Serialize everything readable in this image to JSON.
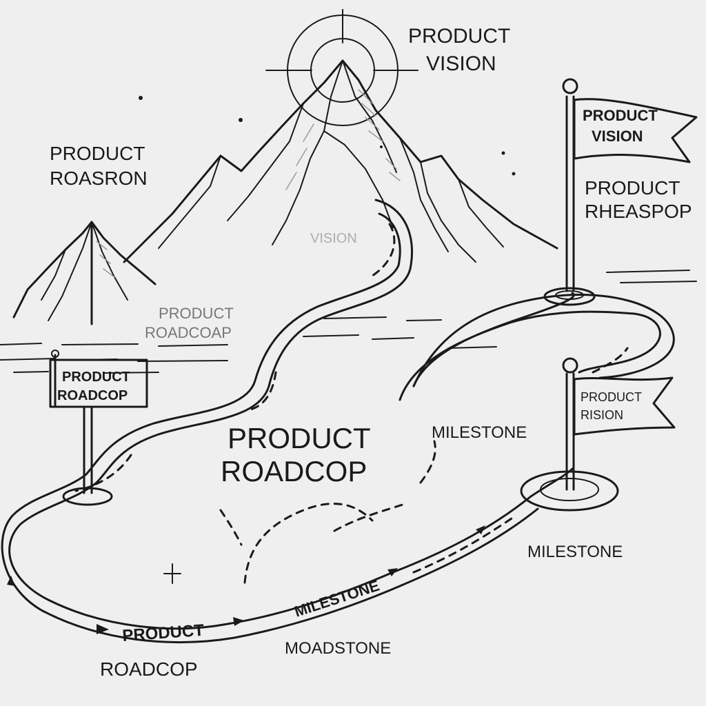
{
  "labels": {
    "top_vision_line1": "PRODUCT",
    "top_vision_line2": "VISION",
    "left_peak_line1": "PRODUCT",
    "left_peak_line2": "ROASRON",
    "mid_faint_line1": "PRODUCT",
    "mid_faint_line2": "ROADCOAP",
    "faint_vision": "VISION",
    "center_line1": "PRODUCT",
    "center_line2": "ROADCOP",
    "right_upper_line1": "PRODUCT",
    "right_upper_line2": "RHEASPOP",
    "milestone_mid": "MILESTONE",
    "milestone_right": "MILESTONE",
    "road_milestone": "MILESTONE",
    "road_product": "PRODUCT",
    "bottom_roadcop": "ROADCOP",
    "bottom_moadstone": "MOADSTONE"
  },
  "flags": {
    "top_right_line1": "PRODUCT",
    "top_right_line2": "VISION",
    "lower_right_line1": "PRODUCT",
    "lower_right_line2": "RISION",
    "left_sign_line1": "PRODUCT",
    "left_sign_line2": "ROADCOP"
  }
}
